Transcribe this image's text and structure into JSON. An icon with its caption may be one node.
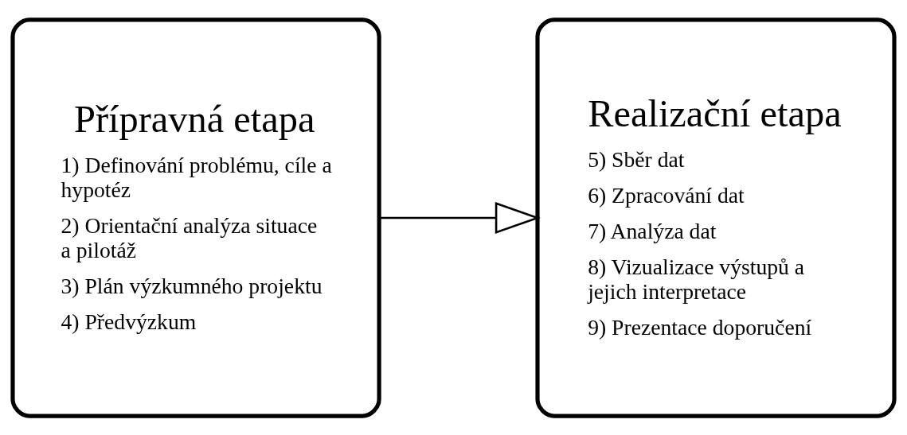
{
  "diagram": {
    "nodes": [
      {
        "text": [
          "Přípravná etapa",
          "1) Definování problému, cíle a hypotéz",
          "2) Orientační analýza situace a pilotáž",
          "3) Plán výzkumného projektu",
          "4) Předvýzkum"
        ]
      },
      {
        "text": [
          "Realizační etapa",
          "5) Sběr dat",
          "6) Zpracování dat",
          "7) Analýza dat",
          "8) Vizualizace výstupů a jejich interpretace",
          "9) Prezentace doporučení"
        ]
      }
    ],
    "edges": [
      {
        "from": 0,
        "to": 1,
        "arrow": "to"
      }
    ]
  }
}
